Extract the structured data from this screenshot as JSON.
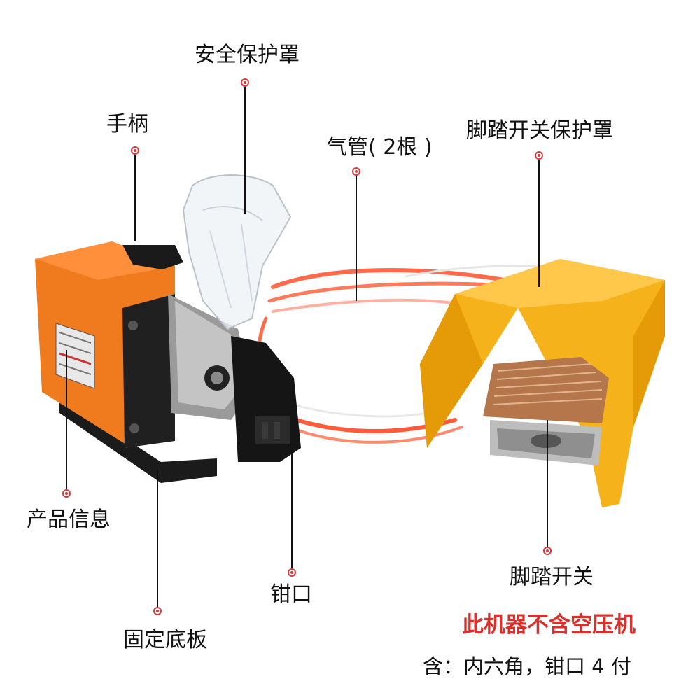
{
  "labels": {
    "guard": "安全保护罩",
    "handle": "手柄",
    "air_tubes": "气管( 2根 )",
    "pedal_guard": "脚踏开关保护罩",
    "product_info": "产品信息",
    "jaw": "钳口",
    "base_plate": "固定底板",
    "foot_switch": "脚踏开关"
  },
  "notes": {
    "no_compressor": "此机器不含空压机",
    "includes": "含：内六角，钳口 4 付"
  },
  "colors": {
    "machine_orange": "#f07a1e",
    "pedal_yellow": "#f6b21a",
    "tube_red": "#ff5a3a",
    "note_red": "#d9302b",
    "marker_red": "#d63a3a"
  }
}
